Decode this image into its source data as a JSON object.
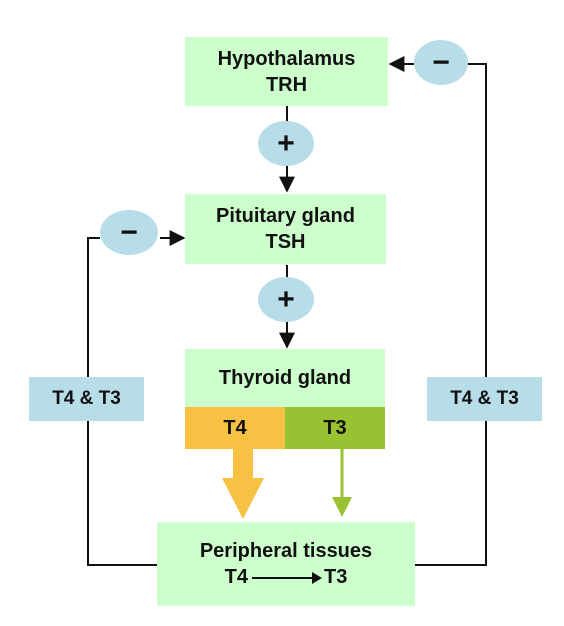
{
  "diagram": {
    "hypothalamus": {
      "name": "Hypothalamus",
      "hormone": "TRH"
    },
    "pituitary": {
      "name": "Pituitary gland",
      "hormone": "TSH"
    },
    "thyroid": {
      "name": "Thyroid gland",
      "t4": "T4",
      "t3": "T3"
    },
    "peripheral": {
      "name": "Peripheral tissues",
      "from": "T4",
      "to": "T3"
    },
    "feedback_left": "T4 & T3",
    "feedback_right": "T4 & T3",
    "plus_sign": "+",
    "minus_sign": "−"
  },
  "colors": {
    "box": "#ccffcc",
    "feedback": "#b7dde8",
    "t4": "#f7c143",
    "t3": "#99c232"
  }
}
